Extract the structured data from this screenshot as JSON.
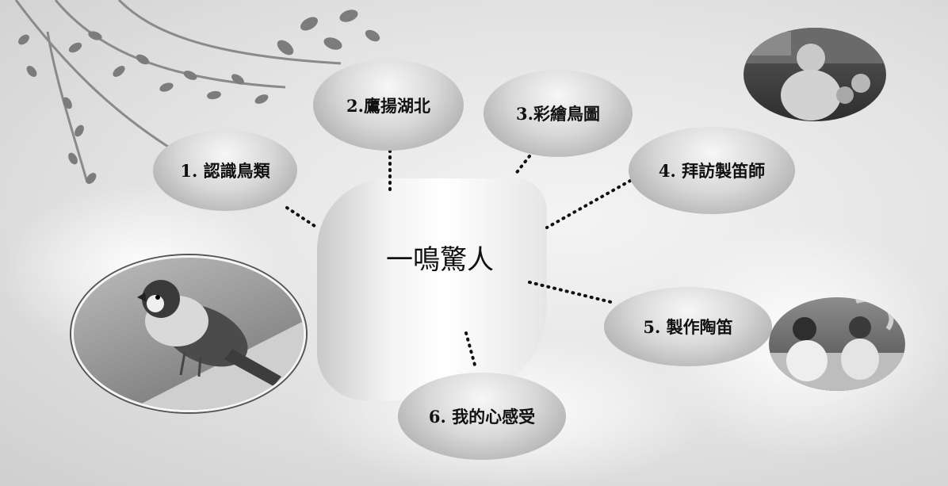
{
  "center": {
    "title": "一鳴驚人"
  },
  "nodes": [
    {
      "label": "1. 認識鳥類"
    },
    {
      "label": "2.鷹揚湖北"
    },
    {
      "label": "3.彩繪鳥圖"
    },
    {
      "label": "4. 拜訪製笛師"
    },
    {
      "label": "5. 製作陶笛"
    },
    {
      "label": "6. 我的心感受"
    }
  ],
  "photos": [
    {
      "name": "sparrow-photo"
    },
    {
      "name": "flute-maker-photo"
    },
    {
      "name": "children-making-ocarina-photo"
    }
  ]
}
